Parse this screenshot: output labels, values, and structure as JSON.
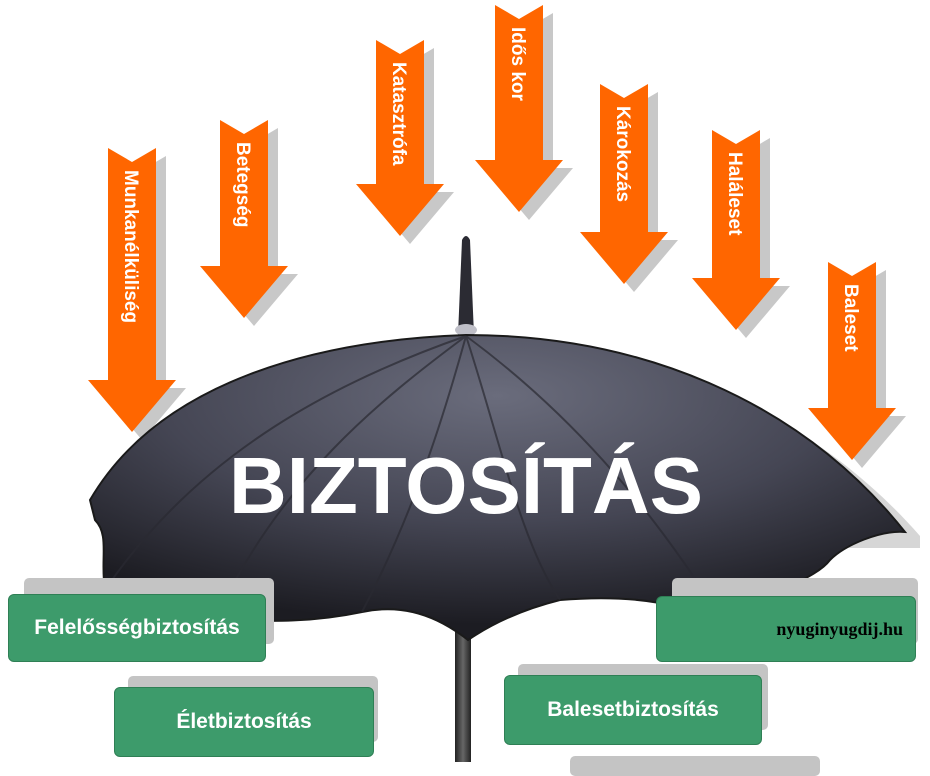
{
  "title": "BIZTOSÍTÁS",
  "colors": {
    "arrow": "#ff6600",
    "arrow_shadow": "#c8c8c8",
    "umbrella": "#4a4b58",
    "box": "#3d9b6b",
    "box_shadow": "#c4c4c4"
  },
  "risks": [
    "Munkanélküliség",
    "Betegség",
    "Katasztrófa",
    "Idős kor",
    "Károkozás",
    "Haláleset",
    "Baleset"
  ],
  "insurance_types": [
    "Felelősségbiztosítás",
    "Életbiztosítás",
    "Balesetbiztosítás"
  ],
  "watermark": "nyuginyugdij.hu"
}
